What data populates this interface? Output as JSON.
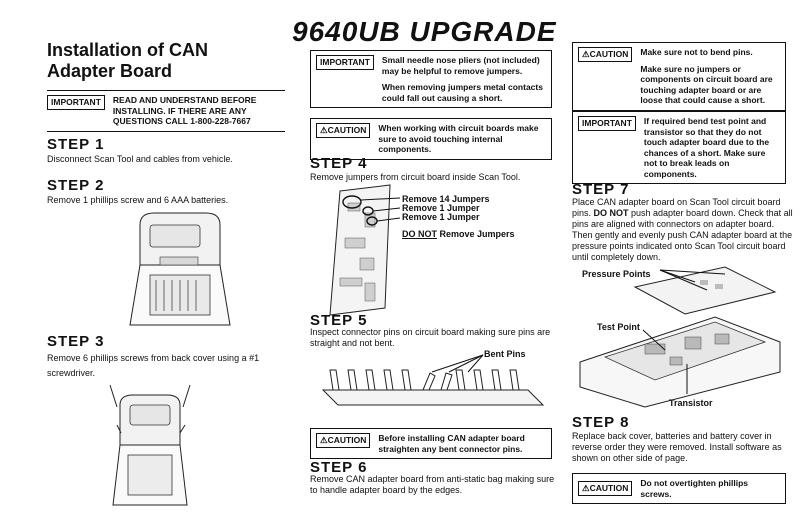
{
  "title": "9640UB UPGRADE",
  "heading": [
    "Installation of CAN",
    "Adapter Board"
  ],
  "important_label": "IMPORTANT",
  "caution_label": "CAUTION",
  "notice_read": "READ AND UNDERSTAND BEFORE INSTALLING. IF THERE ARE ANY QUESTIONS CALL 1-800-228-7667",
  "step1": {
    "title": "STEP 1",
    "text": "Disconnect Scan Tool and cables from vehicle."
  },
  "step2": {
    "title": "STEP 2",
    "text": "Remove 1 phillips screw and 6 AAA batteries."
  },
  "step3": {
    "title": "STEP 3",
    "text": "Remove 6 phillips screws from back cover using a #1 screwdriver."
  },
  "notice_pliers": [
    "Small needle nose pliers (not included) may be helpful to remove jumpers.",
    "When removing jumpers metal contacts could fall out causing a short."
  ],
  "notice_internal": "When working with circuit boards make sure to avoid touching internal components.",
  "step4": {
    "title": "STEP 4",
    "text": "Remove jumpers from circuit board inside Scan Tool."
  },
  "jumper_labels": [
    "Remove 14 Jumpers",
    "Remove 1 Jumper",
    "Remove 1 Jumper"
  ],
  "do_not": "DO NOT",
  "remove_jumpers": " Remove Jumpers",
  "step5": {
    "title": "STEP 5",
    "text": "Inspect connector pins on circuit board making sure pins are straight and not bent."
  },
  "bent_pins": "Bent Pins",
  "notice_bent": "Before installing CAN adapter board straighten any bent connector pins.",
  "step6": {
    "title": "STEP 6",
    "text": "Remove CAN adapter board from anti-static bag making sure to handle adapter board by the edges."
  },
  "notice_nobend": [
    "Make sure not to bend pins.",
    "Make sure no jumpers or components on circuit board are touching adapter board or are loose that could cause a short."
  ],
  "notice_testpoint": "If required bend test point and transistor so that they do not touch adapter board due to the chances of a short. Make sure not to break leads on components.",
  "step7": {
    "title": "STEP 7",
    "text_a": "Place CAN adapter board on Scan Tool circuit board pins. ",
    "text_b": "DO NOT",
    "text_c": " push adapter board down. Check that all pins are aligned with connectors on adapter board. Then gently and evenly push CAN adapter board at the pressure points indicated onto Scan Tool circuit board until completely down."
  },
  "pressure_points": "Pressure Points",
  "test_point": "Test Point",
  "transistor": "Transistor",
  "step8": {
    "title": "STEP 8",
    "text": "Replace back cover, batteries and battery cover in reverse order they were removed. Install software as shown on other side of page."
  },
  "notice_phillips": "Do not overtighten phillips screws."
}
